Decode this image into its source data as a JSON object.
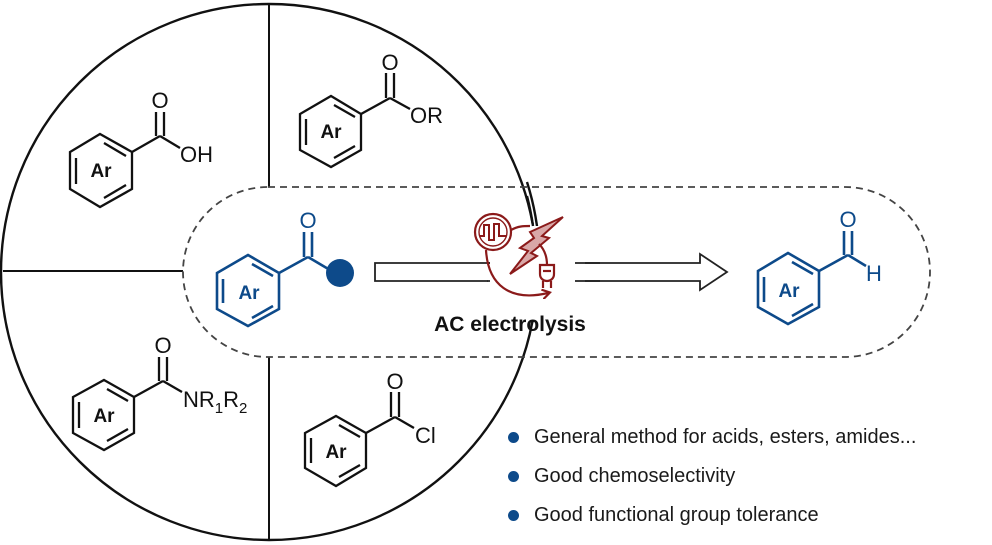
{
  "figure": {
    "colors": {
      "outline": "#111111",
      "product_blue": "#0d4a8a",
      "electro_red": "#8b1a1a",
      "bolt_fill": "#d9a8a8",
      "dash": "#444444"
    },
    "substrates": [
      {
        "name": "carboxylic-acid",
        "ring_label": "Ar",
        "carbonyl_O": "O",
        "group": "OH"
      },
      {
        "name": "ester",
        "ring_label": "Ar",
        "carbonyl_O": "O",
        "group": "OR"
      },
      {
        "name": "amide",
        "ring_label": "Ar",
        "carbonyl_O": "O",
        "group_main": "NR",
        "sub1": "1",
        "group_mid": "R",
        "sub2": "2"
      },
      {
        "name": "acid-chloride",
        "ring_label": "Ar",
        "carbonyl_O": "O",
        "group": "Cl"
      }
    ],
    "reactant": {
      "ring_label": "Ar",
      "carbonyl_O": "O",
      "leaving_group_icon": "filled-circle"
    },
    "conditions": {
      "label": "AC electrolysis",
      "icons": [
        "ac-square-wave-icon",
        "lightning-bolt-icon",
        "plug-icon",
        "cycle-arrow-icon"
      ]
    },
    "product": {
      "ring_label": "Ar",
      "carbonyl_O": "O",
      "group": "H"
    },
    "features": [
      "General method for acids, esters, amides...",
      "Good chemoselectivity",
      "Good functional group tolerance"
    ]
  }
}
